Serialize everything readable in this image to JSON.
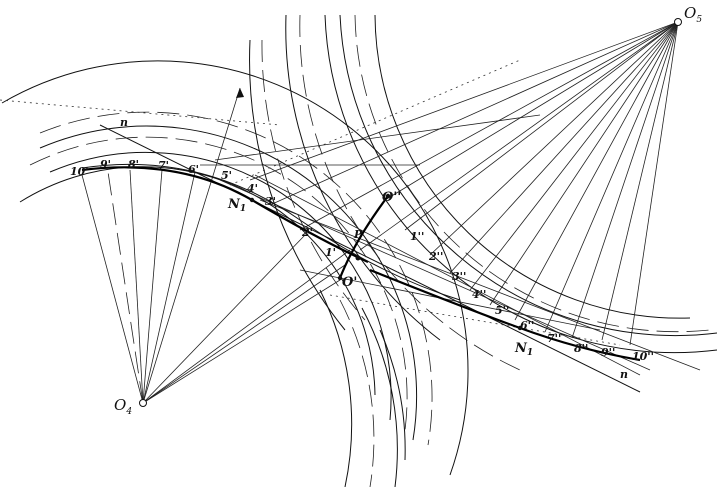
{
  "centers": {
    "o4": "O",
    "o4_sub": "4",
    "o5": "O",
    "o5_sub": "5"
  },
  "points": {
    "n1": "N",
    "n1_sub": "1",
    "n2": "N",
    "n2_sub": "1",
    "p": "P",
    "o_prime": "O'",
    "o_dprime": "O''"
  },
  "normal_labels": [
    "n",
    "n"
  ],
  "labels_prime": [
    "1'",
    "2'",
    "3'",
    "4'",
    "5'",
    "6'",
    "7'",
    "8'",
    "9'",
    "10'"
  ],
  "labels_dprime": [
    "1''",
    "2''",
    "3''",
    "4''",
    "5''",
    "6''",
    "7''",
    "8''",
    "9''",
    "10''"
  ],
  "colors": {
    "ink": "#111111",
    "background": "#ffffff"
  }
}
